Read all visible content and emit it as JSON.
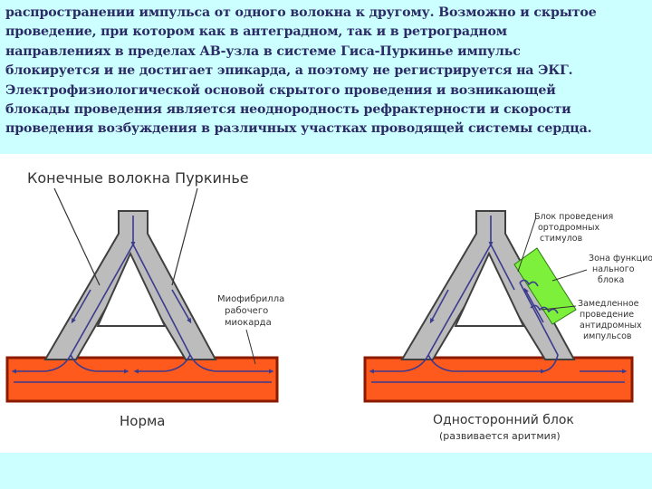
{
  "text": {
    "lines": [
      "распространении импульса от одного волокна к другому. Возможно и скрытое",
      "проведение, при котором как в антеградном, так и в ретроградном",
      "направлениях в пределах АВ-узла в системе Гиса-Пуркинье импульс",
      "блокируется и не достигает эпикарда, а поэтому не регистрируется на ЭКГ.",
      "Электрофизиологической основой скрытого проведения и возникающей",
      "блокады проведения является неоднородность рефрактерности и скорости",
      "проведения возбуждения в различных участках проводящей системы сердца."
    ]
  },
  "figure": {
    "left": {
      "title": "Конечные волокна Пуркинье",
      "label_myofibril": [
        "Миофибрилла",
        "рабочего",
        "миокарда"
      ],
      "caption": "Норма"
    },
    "right": {
      "label_block": [
        "Блок проведения",
        "ортодромных",
        "стимулов"
      ],
      "label_zone": [
        "Зона функцио-",
        "нального",
        "блока"
      ],
      "label_slow": [
        "Замедленное",
        "проведение",
        "антидромных",
        "импульсов"
      ],
      "caption": "Односторонний блок",
      "subcaption": "(развивается аритмия)"
    },
    "colors": {
      "fiber": "#bcbcbc",
      "fiber_outline": "#404040",
      "muscle": "#ff5a1e",
      "muscle_border": "#8b1a00",
      "block_zone": "#7cf03a",
      "conduction": "#3b3b8f"
    }
  }
}
